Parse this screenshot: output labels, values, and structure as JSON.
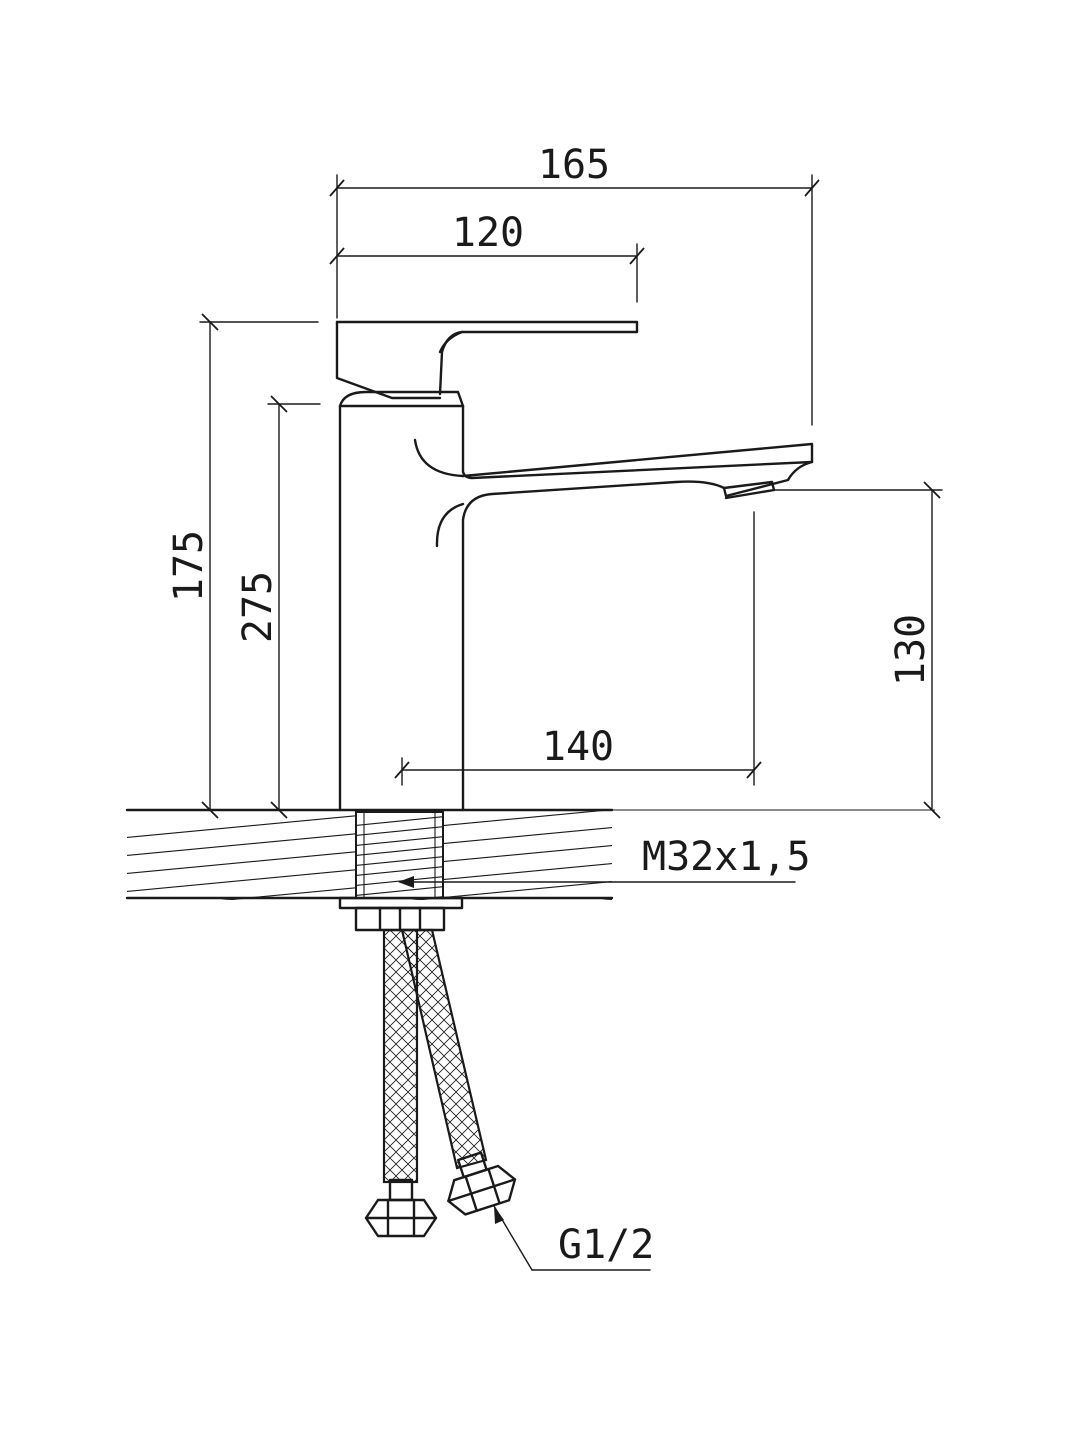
{
  "dimensions": {
    "overall_width": "165",
    "lever_length": "120",
    "height_to_lever": "175",
    "body_height": "275",
    "spout_clearance": "130",
    "spout_reach": "140"
  },
  "annotations": {
    "mount_thread": "M32x1,5",
    "hose_connector": "G1/2"
  },
  "colors": {
    "line": "#1a1a1a",
    "background": "#ffffff"
  }
}
